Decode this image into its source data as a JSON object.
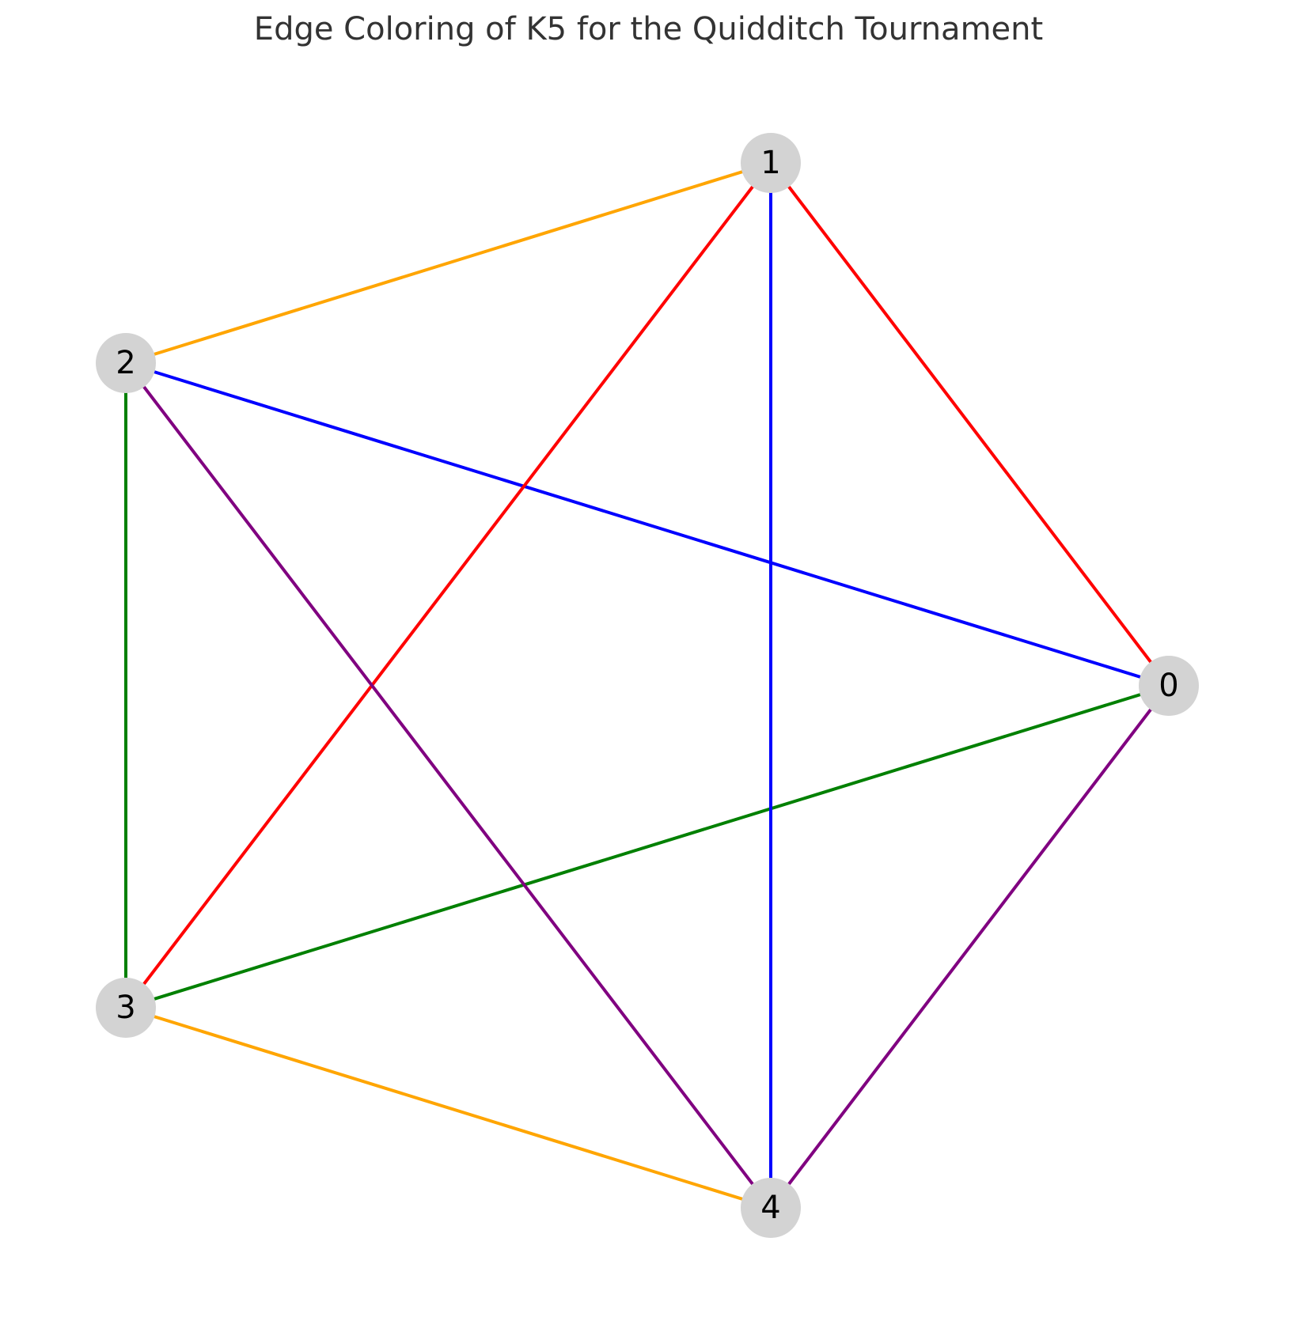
{
  "title": "Edge Coloring of K5 for the Quidditch Tournament",
  "node_fill": "#d3d3d3",
  "nodes": [
    {
      "id": "0",
      "label": "0"
    },
    {
      "id": "1",
      "label": "1"
    },
    {
      "id": "2",
      "label": "2"
    },
    {
      "id": "3",
      "label": "3"
    },
    {
      "id": "4",
      "label": "4"
    }
  ],
  "edges": [
    {
      "source": "0",
      "target": "1",
      "color": "#ff0000"
    },
    {
      "source": "0",
      "target": "2",
      "color": "#0000ff"
    },
    {
      "source": "0",
      "target": "3",
      "color": "#008000"
    },
    {
      "source": "0",
      "target": "4",
      "color": "#800080"
    },
    {
      "source": "1",
      "target": "2",
      "color": "#ffa500"
    },
    {
      "source": "1",
      "target": "3",
      "color": "#ff0000"
    },
    {
      "source": "1",
      "target": "4",
      "color": "#0000ff"
    },
    {
      "source": "2",
      "target": "3",
      "color": "#008000"
    },
    {
      "source": "2",
      "target": "4",
      "color": "#800080"
    },
    {
      "source": "3",
      "target": "4",
      "color": "#ffa500"
    }
  ]
}
